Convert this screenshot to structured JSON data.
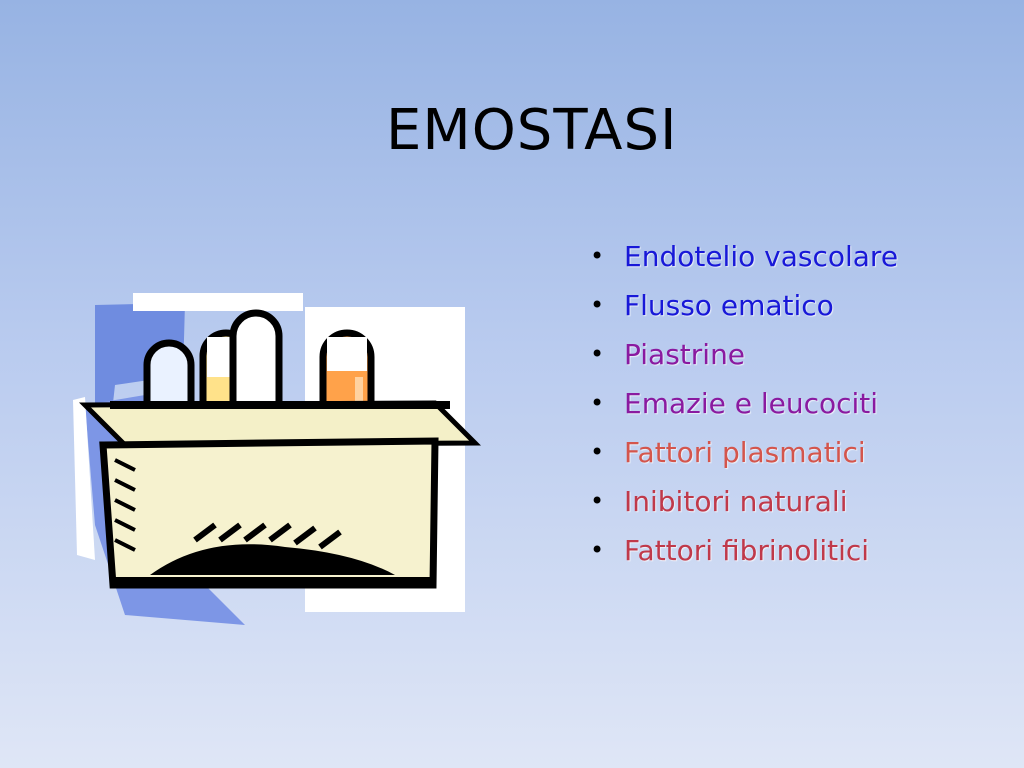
{
  "slide": {
    "title": "EMOSTASI",
    "bullets": [
      {
        "text": "Endotelio vascolare",
        "color": "#1818d8"
      },
      {
        "text": "Flusso ematico",
        "color": "#1818d8"
      },
      {
        "text": "Piastrine",
        "color": "#8a1aa0"
      },
      {
        "text": "Emazie e leucociti",
        "color": "#8a1aa0"
      },
      {
        "text": "Fattori plasmatici",
        "color": "#d4554c"
      },
      {
        "text": "Inibitori naturali",
        "color": "#c0394a"
      },
      {
        "text": "Fattori fibrinolitici",
        "color": "#c0394a"
      }
    ],
    "clipart_icon": "test-tubes-rack-icon"
  }
}
